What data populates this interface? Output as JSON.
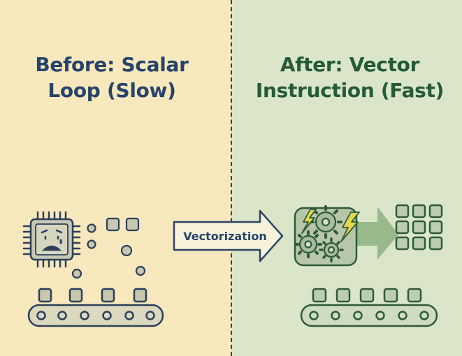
{
  "before": {
    "title_line1": "Before: Scalar",
    "title_line2": "Loop (Slow)"
  },
  "after": {
    "title_line1": "After: Vector",
    "title_line2": "Instruction (Fast)"
  },
  "arrow": {
    "label": "Vectorization"
  },
  "colors": {
    "before_bg": "#f8e8bd",
    "after_bg": "#dbe6c9",
    "before_ink": "#26436a",
    "after_ink": "#245a35",
    "bolt": "#e6d64a"
  }
}
